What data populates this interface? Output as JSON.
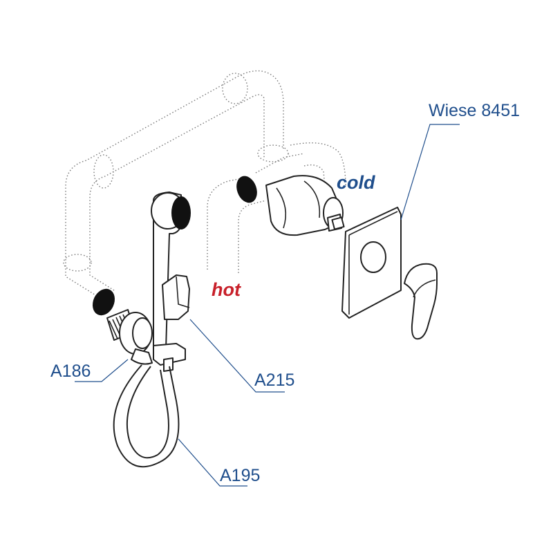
{
  "labels": {
    "mixer": "Wiese 8451",
    "hot": "hot",
    "cold": "cold",
    "valve": "A186",
    "holder": "A215",
    "hose": "A195"
  },
  "colors": {
    "label_blue": "#1f4e8c",
    "hot_red": "#c8202a",
    "cold_blue": "#1f4e8c"
  }
}
